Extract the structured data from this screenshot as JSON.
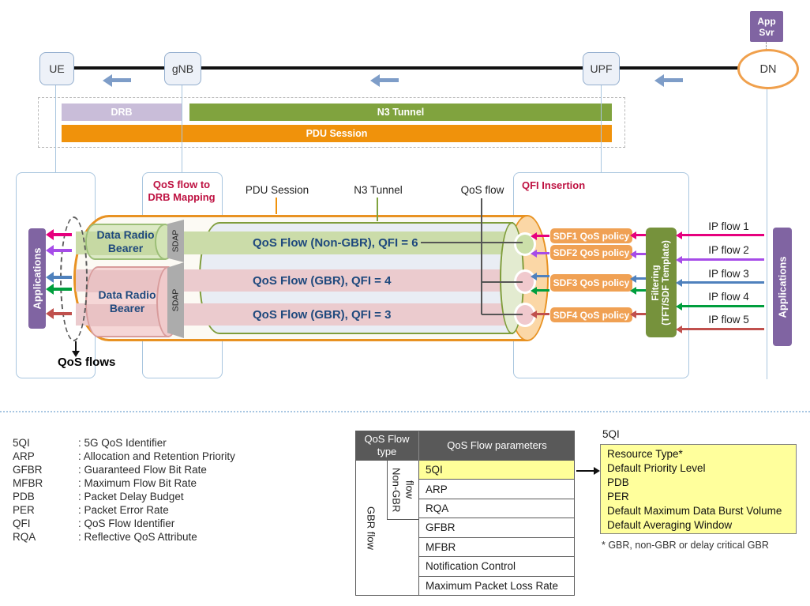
{
  "top": {
    "nodes": {
      "ue": "UE",
      "gnb": "gNB",
      "upf": "UPF",
      "dn": "DN",
      "app_svr": "App Svr"
    },
    "bars": {
      "drb": "DRB",
      "n3_tunnel": "N3 Tunnel",
      "pdu_session": "PDU Session"
    }
  },
  "middle": {
    "lane_titles": {
      "gnb": "QoS flow to DRB Mapping",
      "upf": "QFI Insertion"
    },
    "labels": {
      "pdu_session": "PDU Session",
      "n3_tunnel": "N3 Tunnel",
      "qos_flow": "QoS flow",
      "qos_flows": "QoS flows"
    },
    "applications_left": "Applications",
    "applications_right": "Applications",
    "drb_top": "Data Radio Bearer",
    "drb_bottom": "Data Radio Bearer",
    "sdap_top": "SDAP",
    "sdap_bottom": "SDAP",
    "flows": [
      {
        "label": "QoS Flow (Non-GBR), QFI = 6",
        "type": "non-gbr"
      },
      {
        "label": "QoS Flow (GBR), QFI = 4",
        "type": "gbr"
      },
      {
        "label": "QoS Flow (GBR), QFI = 3",
        "type": "gbr"
      }
    ],
    "sdf_policies": [
      "SDF1  QoS policy",
      "SDF2 QoS policy",
      "SDF3 QoS policy",
      "SDF4 QoS policy"
    ],
    "filtering": {
      "line1": "Filtering",
      "line2": "(TFT/SDF Template)"
    },
    "ip_flows": [
      "IP flow 1",
      "IP flow 2",
      "IP flow 3",
      "IP flow 4",
      "IP flow 5"
    ]
  },
  "legend": {
    "items": [
      {
        "term": "5QI",
        "def": ": 5G QoS Identifier"
      },
      {
        "term": "ARP",
        "def": ": Allocation and Retention Priority"
      },
      {
        "term": "GFBR",
        "def": ": Guaranteed Flow Bit Rate"
      },
      {
        "term": "MFBR",
        "def": ": Maximum Flow Bit Rate"
      },
      {
        "term": "PDB",
        "def": ": Packet Delay Budget"
      },
      {
        "term": "PER",
        "def": ": Packet Error Rate"
      },
      {
        "term": "QFI",
        "def": ": QoS Flow Identifier"
      },
      {
        "term": "RQA",
        "def": ": Reflective QoS Attribute"
      }
    ]
  },
  "table": {
    "header_type": "QoS Flow type",
    "header_params": "QoS Flow parameters",
    "group_gbr": "GBR flow",
    "group_non_gbr": "Non-GBR flow",
    "rows": [
      "5QI",
      "ARP",
      "RQA",
      "GFBR",
      "MFBR",
      "Notification Control",
      "Maximum Packet Loss Rate"
    ],
    "highlighted_row": "5QI"
  },
  "detail": {
    "title": "5QI",
    "box_lines": [
      "Resource Type*",
      "Default Priority Level",
      "PDB",
      "PER",
      "Default Maximum Data Burst Volume",
      "Default Averaging Window"
    ],
    "footnote": "* GBR, non-GBR or delay critical GBR"
  },
  "colors": {
    "ip_flow_1": "#E6007E",
    "ip_flow_2": "#A64CE8",
    "ip_flow_3": "#4F81BD",
    "ip_flow_4": "#009E3D",
    "ip_flow_5": "#C0504D",
    "drb_bar": "#C9BDD9",
    "n3_bar": "#80A33E",
    "pdu_bar": "#F0920B",
    "purple": "#8064A2",
    "sdf_orange": "#F0A154",
    "filtering_green": "#76923C",
    "tube_orange": "#E89222",
    "tunnel_green": "#7F9D3B",
    "title_red": "#BE1141",
    "table_header_gray": "#595959",
    "highlight_yellow": "#FFFF99",
    "flow_text_navy": "#1F497D"
  }
}
